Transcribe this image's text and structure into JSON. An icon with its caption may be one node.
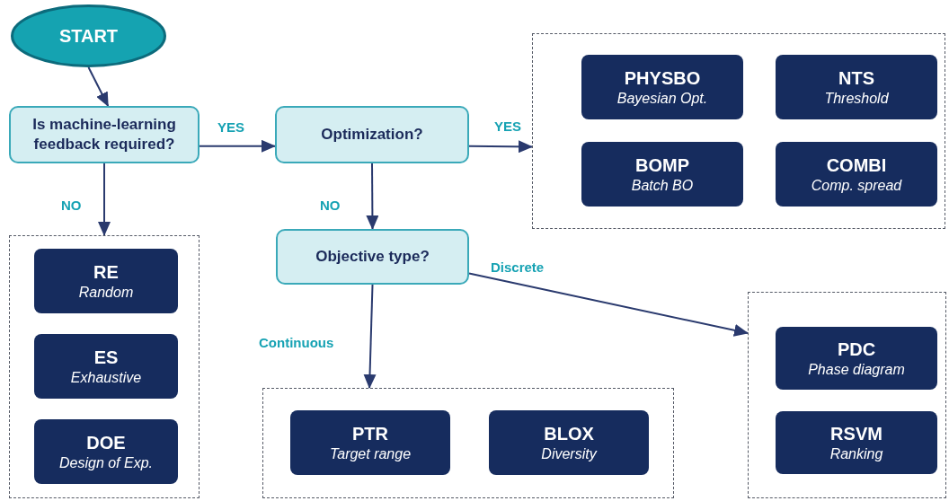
{
  "diagram": {
    "nodes": [
      {
        "text": [
          "START"
        ]
      },
      {
        "text": [
          "Is machine-learning feedback required?"
        ]
      },
      {
        "text": [
          "Optimization?"
        ]
      },
      {
        "text": [],
        "shape": "box"
      },
      {
        "text": [
          "PHYSBO",
          "Bayesian Opt."
        ],
        "in": 3
      },
      {
        "text": [
          "NTS",
          "Threshold"
        ],
        "in": 3
      },
      {
        "text": [
          "BOMP",
          "Batch BO"
        ],
        "in": 3
      },
      {
        "text": [
          "COMBI",
          "Comp. spread"
        ],
        "in": 3
      },
      {
        "text": [
          "Objective type?"
        ]
      },
      {
        "text": [],
        "shape": "box"
      },
      {
        "text": [
          "RE",
          "Random"
        ],
        "in": 9
      },
      {
        "text": [
          "ES",
          "Exhaustive"
        ],
        "in": 9
      },
      {
        "text": [
          "DOE",
          "Design of Exp."
        ],
        "in": 9
      },
      {
        "text": [],
        "shape": "box"
      },
      {
        "text": [
          "PTR",
          "Target range"
        ],
        "in": 13
      },
      {
        "text": [
          "BLOX",
          "Diversity"
        ],
        "in": 13
      },
      {
        "text": [],
        "shape": "box"
      },
      {
        "text": [
          "PDC",
          "Phase diagram"
        ],
        "in": 16
      },
      {
        "text": [
          "RSVM",
          "Ranking"
        ],
        "in": 16
      }
    ],
    "edges": [
      {
        "from": 0,
        "to": 1,
        "arrow": "to"
      },
      {
        "from": 1,
        "to": 2,
        "arrow": "to",
        "label": "YES"
      },
      {
        "from": 2,
        "to": 3,
        "arrow": "to",
        "label": "YES"
      },
      {
        "from": 1,
        "to": 9,
        "arrow": "to",
        "label": "NO"
      },
      {
        "from": 2,
        "to": 8,
        "arrow": "to",
        "label": "NO"
      },
      {
        "from": 8,
        "to": 16,
        "arrow": "to",
        "label": "Discrete"
      },
      {
        "from": 8,
        "to": 13,
        "arrow": "to",
        "label": "Continuous"
      }
    ]
  }
}
